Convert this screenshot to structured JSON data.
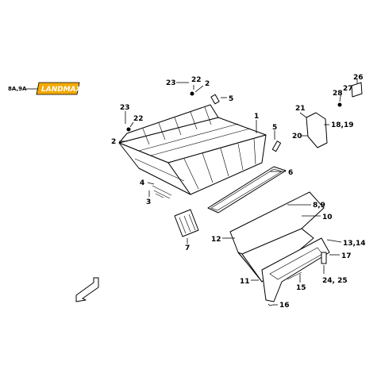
{
  "logo": {
    "callout": "8A,9A",
    "text": "LANDMAX",
    "color": "#f2a900"
  },
  "callouts": [
    {
      "id": "c23a",
      "text": "23"
    },
    {
      "id": "c22a",
      "text": "22"
    },
    {
      "id": "c2a",
      "text": "2"
    },
    {
      "id": "c5a",
      "text": "5"
    },
    {
      "id": "c23b",
      "text": "23"
    },
    {
      "id": "c22b",
      "text": "22"
    },
    {
      "id": "c2b",
      "text": "2"
    },
    {
      "id": "c1",
      "text": "1"
    },
    {
      "id": "c5b",
      "text": "5"
    },
    {
      "id": "c6",
      "text": "6"
    },
    {
      "id": "c4",
      "text": "4"
    },
    {
      "id": "c3",
      "text": "3"
    },
    {
      "id": "c7",
      "text": "7"
    },
    {
      "id": "c89",
      "text": "8,9"
    },
    {
      "id": "c10",
      "text": "10"
    },
    {
      "id": "c12",
      "text": "12"
    },
    {
      "id": "c1314",
      "text": "13,14"
    },
    {
      "id": "c17",
      "text": "17"
    },
    {
      "id": "c11",
      "text": "11"
    },
    {
      "id": "c15",
      "text": "15"
    },
    {
      "id": "c2425",
      "text": "24, 25"
    },
    {
      "id": "c16",
      "text": "16"
    },
    {
      "id": "c26",
      "text": "26"
    },
    {
      "id": "c27",
      "text": "27"
    },
    {
      "id": "c28",
      "text": "28"
    },
    {
      "id": "c21",
      "text": "21"
    },
    {
      "id": "c1819",
      "text": "18,19"
    },
    {
      "id": "c20",
      "text": "20"
    }
  ]
}
